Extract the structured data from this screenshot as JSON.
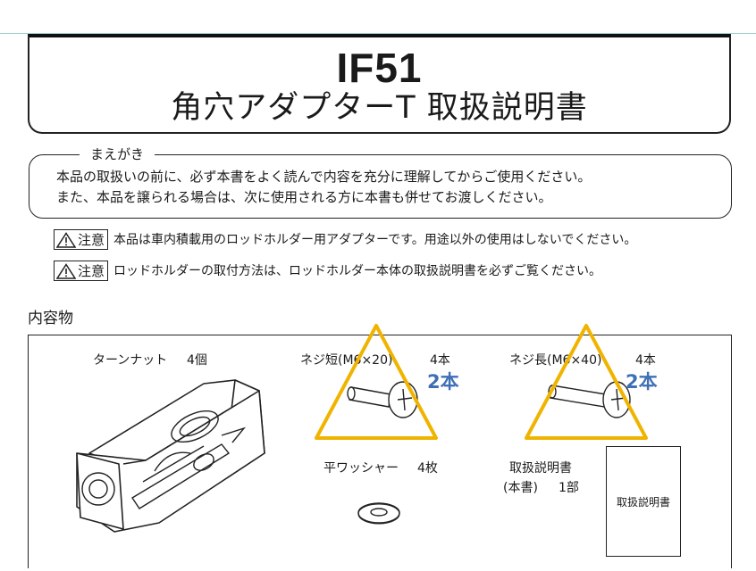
{
  "header": {
    "model": "IF51",
    "title": "角穴アダプターT 取扱説明書"
  },
  "preface": {
    "label": "まえがき",
    "line1": "本品の取扱いの前に、必ず本書をよく読んで内容を充分に理解してからご使用ください。",
    "line2": "また、本品を譲られる場合は、次に使用される方に本書も併せてお渡しください。"
  },
  "cautions": [
    {
      "badge": "注意",
      "text": "本品は車内積載用のロッドホルダー用アダプターです。用途以外の使用はしないでください。"
    },
    {
      "badge": "注意",
      "text": "ロッドホルダーの取付方法は、ロッドホルダー本体の取扱説明書を必ずご覧ください。"
    }
  ],
  "contents": {
    "title": "内容物",
    "items": [
      {
        "name": "ターンナット",
        "qty": "4個"
      },
      {
        "name": "ネジ短(M6×20)",
        "qty": "4本",
        "annotation": "2本"
      },
      {
        "name": "ネジ長(M6×40)",
        "qty": "4本",
        "annotation": "2本"
      },
      {
        "name": "平ワッシャー",
        "qty": "4枚"
      },
      {
        "name": "取扱説明書",
        "name2": "(本書)",
        "qty": "1部",
        "booklet_label": "取扱説明書"
      }
    ]
  },
  "colors": {
    "annotation_triangle": "#f0b400",
    "annotation_text": "#3f6fb5",
    "line": "#222222"
  },
  "icons": [
    "warning-triangle-icon",
    "turn-nut-illustration",
    "screw-illustration",
    "washer-illustration"
  ]
}
